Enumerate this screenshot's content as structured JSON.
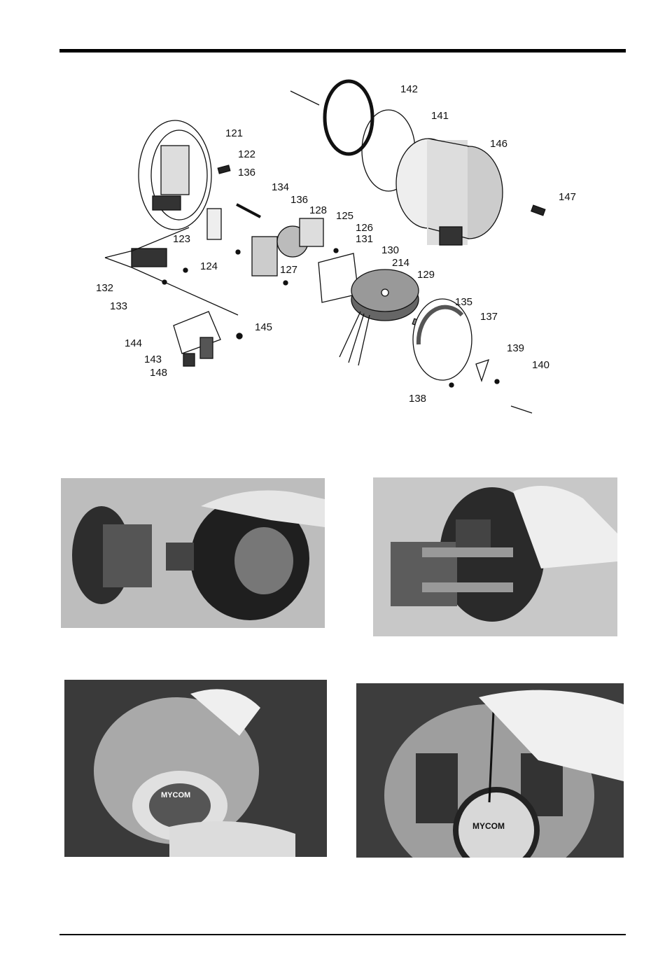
{
  "diagram": {
    "part_labels": [
      "121",
      "122",
      "136",
      "134",
      "136",
      "128",
      "125",
      "126",
      "131",
      "130",
      "214",
      "129",
      "123",
      "124",
      "127",
      "132",
      "133",
      "144",
      "145",
      "143",
      "148",
      "142",
      "141",
      "146",
      "147",
      "135",
      "137",
      "139",
      "140",
      "138"
    ]
  },
  "photos": [
    {
      "brand_text": ""
    },
    {
      "brand_text": ""
    },
    {
      "brand_text": "MYCOM"
    },
    {
      "brand_text": "MYCOM"
    }
  ],
  "colors": {
    "rule": "#000000",
    "photo_bg": "#b8b8b8"
  }
}
